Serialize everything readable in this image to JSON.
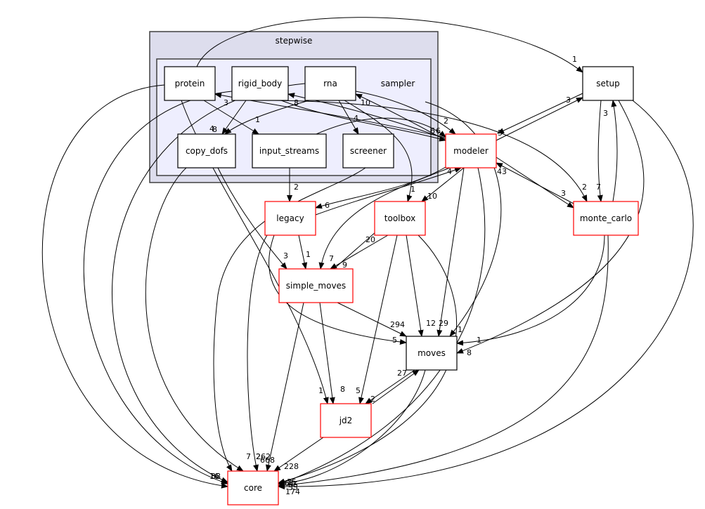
{
  "diagram": {
    "type": "directory-dependency-graph",
    "clusters": [
      {
        "id": "stepwise",
        "label": "stepwise"
      },
      {
        "id": "sampler",
        "label": "sampler"
      }
    ],
    "nodes": [
      {
        "id": "protein",
        "label": "protein",
        "border": "#000000",
        "cluster": "sampler"
      },
      {
        "id": "rigid_body",
        "label": "rigid_body",
        "border": "#000000",
        "cluster": "sampler"
      },
      {
        "id": "rna",
        "label": "rna",
        "border": "#000000",
        "cluster": "sampler"
      },
      {
        "id": "copy_dofs",
        "label": "copy_dofs",
        "border": "#000000",
        "cluster": "sampler"
      },
      {
        "id": "input_streams",
        "label": "input_streams",
        "border": "#000000",
        "cluster": "sampler"
      },
      {
        "id": "screener",
        "label": "screener",
        "border": "#000000",
        "cluster": "sampler"
      },
      {
        "id": "setup",
        "label": "setup",
        "border": "#000000"
      },
      {
        "id": "modeler",
        "label": "modeler",
        "border": "#ff0000"
      },
      {
        "id": "legacy",
        "label": "legacy",
        "border": "#ff0000"
      },
      {
        "id": "toolbox",
        "label": "toolbox",
        "border": "#ff0000"
      },
      {
        "id": "monte_carlo",
        "label": "monte_carlo",
        "border": "#ff0000"
      },
      {
        "id": "simple_moves",
        "label": "simple_moves",
        "border": "#ff0000"
      },
      {
        "id": "moves",
        "label": "moves",
        "border": "#000000"
      },
      {
        "id": "jd2",
        "label": "jd2",
        "border": "#ff0000"
      },
      {
        "id": "core",
        "label": "core",
        "border": "#ff0000"
      }
    ],
    "edges": [
      {
        "from": "protein",
        "to": "setup",
        "label": "1"
      },
      {
        "from": "protein",
        "to": "input_streams",
        "label": "1"
      },
      {
        "from": "protein",
        "to": "jd2",
        "label": "1"
      },
      {
        "from": "protein",
        "to": "core",
        "label": "16"
      },
      {
        "from": "modeler",
        "to": "protein",
        "label": "3"
      },
      {
        "from": "rigid_body",
        "to": "copy_dofs",
        "label": "4"
      },
      {
        "from": "rigid_body",
        "to": "modeler",
        "label": "6"
      },
      {
        "from": "rigid_body",
        "to": "core",
        "label": "16"
      },
      {
        "from": "modeler",
        "to": "rigid_body",
        "label": "8"
      },
      {
        "from": "rna",
        "to": "copy_dofs",
        "label": "8"
      },
      {
        "from": "rna",
        "to": "screener",
        "label": "4"
      },
      {
        "from": "rna",
        "to": "toolbox",
        "label": "1"
      },
      {
        "from": "modeler",
        "to": "rna",
        "label": "10"
      },
      {
        "from": "rna",
        "to": "modeler",
        "label": "2"
      },
      {
        "from": "rna",
        "to": "core",
        "label": "38"
      },
      {
        "from": "sampler",
        "to": "moves",
        "label": "1"
      },
      {
        "from": "input_streams",
        "to": "legacy",
        "label": "2"
      },
      {
        "from": "input_streams",
        "to": "modeler",
        "label": "6"
      },
      {
        "from": "copy_dofs",
        "to": "simple_moves",
        "label": "3"
      },
      {
        "from": "copy_dofs",
        "to": "core",
        "label": "7"
      },
      {
        "from": "screener",
        "to": "core",
        "label": "262"
      },
      {
        "from": "setup",
        "to": "modeler",
        "label": "5"
      },
      {
        "from": "modeler",
        "to": "setup",
        "label": "3"
      },
      {
        "from": "setup",
        "to": "monte_carlo",
        "label": "7"
      },
      {
        "from": "monte_carlo",
        "to": "setup",
        "label": "3"
      },
      {
        "from": "setup",
        "to": "moves",
        "label": "8"
      },
      {
        "from": "setup",
        "to": "core",
        "label": "85"
      },
      {
        "from": "modeler",
        "to": "monte_carlo",
        "label": "3"
      },
      {
        "from": "monte_carlo",
        "to": "modeler",
        "label": "43"
      },
      {
        "from": "rigid_body",
        "to": "monte_carlo",
        "label": "2"
      },
      {
        "from": "modeler",
        "to": "legacy",
        "label": "6"
      },
      {
        "from": "legacy",
        "to": "modeler",
        "label": "4"
      },
      {
        "from": "modeler",
        "to": "toolbox",
        "label": "10"
      },
      {
        "from": "modeler",
        "to": "simple_moves",
        "label": "7"
      },
      {
        "from": "modeler",
        "to": "moves",
        "label": "29"
      },
      {
        "from": "modeler",
        "to": "core",
        "label": "174"
      },
      {
        "from": "legacy",
        "to": "simple_moves",
        "label": "1"
      },
      {
        "from": "legacy",
        "to": "moves",
        "label": "5"
      },
      {
        "from": "legacy",
        "to": "core",
        "label": "668"
      },
      {
        "from": "toolbox",
        "to": "simple_moves",
        "label": "9"
      },
      {
        "from": "simple_moves",
        "to": "toolbox",
        "label": "20"
      },
      {
        "from": "toolbox",
        "to": "moves",
        "label": "12"
      },
      {
        "from": "toolbox",
        "to": "jd2",
        "label": "5"
      },
      {
        "from": "toolbox",
        "to": "core",
        "label": "55"
      },
      {
        "from": "monte_carlo",
        "to": "moves",
        "label": "1"
      },
      {
        "from": "monte_carlo",
        "to": "core",
        "label": "61"
      },
      {
        "from": "simple_moves",
        "to": "moves",
        "label": "294"
      },
      {
        "from": "simple_moves",
        "to": "jd2",
        "label": "8"
      },
      {
        "from": "simple_moves",
        "to": "core",
        "label": "2"
      },
      {
        "from": "moves",
        "to": "jd2",
        "label": "2"
      },
      {
        "from": "jd2",
        "to": "moves",
        "label": "27"
      },
      {
        "from": "moves",
        "to": "core",
        "label": "35"
      },
      {
        "from": "jd2",
        "to": "core",
        "label": "228"
      }
    ]
  }
}
